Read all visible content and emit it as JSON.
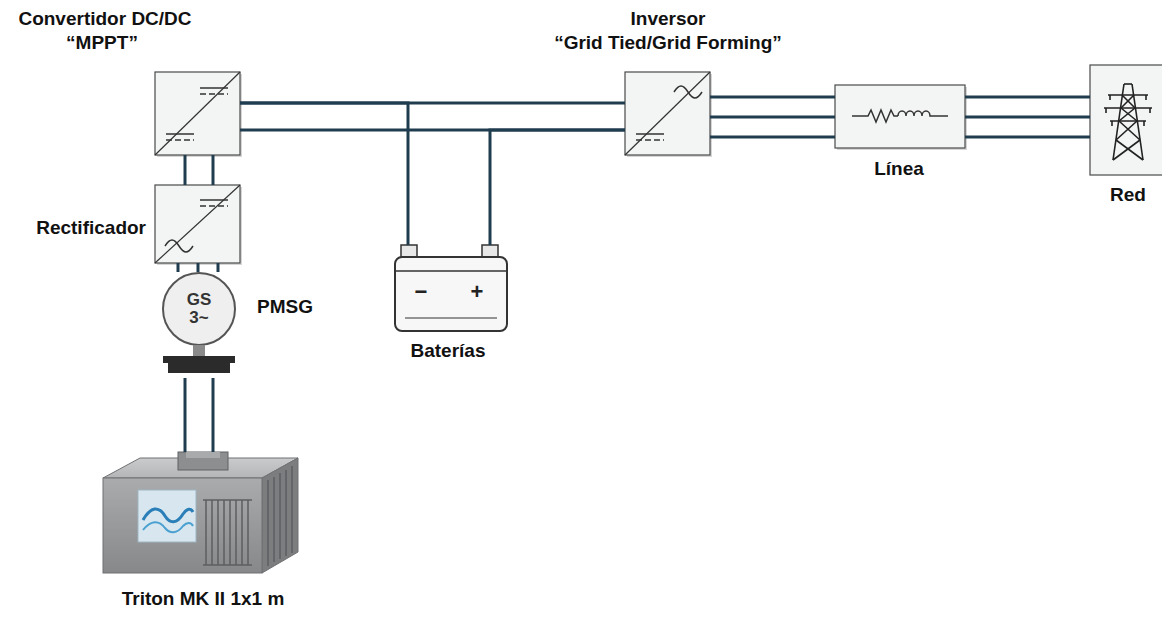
{
  "diagram": {
    "nodes": [
      {
        "text": [
          "Convertidor DC/DC",
          "“MPPT”"
        ]
      },
      {
        "text": [
          "Rectificador"
        ]
      },
      {
        "text": [
          "GS 3~",
          "PMSG"
        ]
      },
      {
        "text": [
          "Triton MK II 1x1 m"
        ]
      },
      {
        "text": [
          "−",
          "+",
          "Baterías"
        ]
      },
      {
        "text": [
          "Inversor",
          "“Grid Tied/Grid Forming”"
        ]
      },
      {
        "text": [
          "Línea"
        ]
      },
      {
        "text": [
          "Red"
        ]
      }
    ],
    "edges": [
      {
        "from": 3,
        "to": 2,
        "arrow": "none"
      },
      {
        "from": 2,
        "to": 1,
        "arrow": "none"
      },
      {
        "from": 1,
        "to": 0,
        "arrow": "none"
      },
      {
        "from": 0,
        "to": 5,
        "arrow": "none"
      },
      {
        "from": 0,
        "to": 4,
        "arrow": "none"
      },
      {
        "from": 4,
        "to": 5,
        "arrow": "none"
      },
      {
        "from": 5,
        "to": 6,
        "arrow": "none"
      },
      {
        "from": 6,
        "to": 7,
        "arrow": "none"
      }
    ]
  }
}
